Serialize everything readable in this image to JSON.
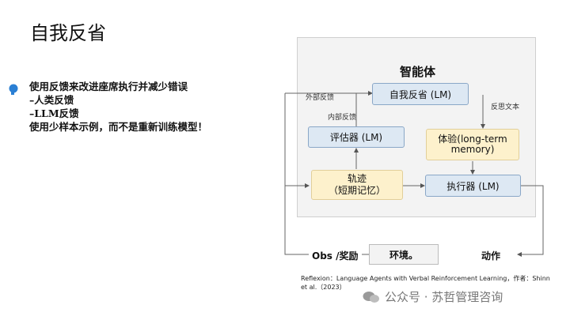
{
  "page": {
    "title": "自我反省",
    "bullets": [
      "使用反馈来改进座席执行并减少错误",
      "–人类反馈",
      "–LLM反馈",
      "使用少样本示例，而不是重新训练模型！"
    ]
  },
  "diagram": {
    "panel_title": "智能体",
    "boxes": {
      "self_reflection": "自我反省 (LM)",
      "evaluator": "评估器 (LM)",
      "experience_line1": "体验(long-term",
      "experience_line2": "memory)",
      "trajectory_line1": "轨迹",
      "trajectory_line2": "（短期记忆）",
      "actor": "执行器 (LM)"
    },
    "labels": {
      "external_feedback": "外部反馈",
      "internal_feedback": "内部反馈",
      "reflection_text": "反思文本",
      "obs_reward": "Obs /奖励",
      "environment": "环境。",
      "action": "动作"
    },
    "colors": {
      "blue_box": "#dde8f3",
      "yellow_box": "#fdf1cc",
      "accent": "#2a7fd4"
    }
  },
  "citation": "Reflexion：Language Agents with Verbal Reinforcement Learning，作者：Shinn et al.（2023）",
  "watermark": "公众号 · 苏哲管理咨询"
}
